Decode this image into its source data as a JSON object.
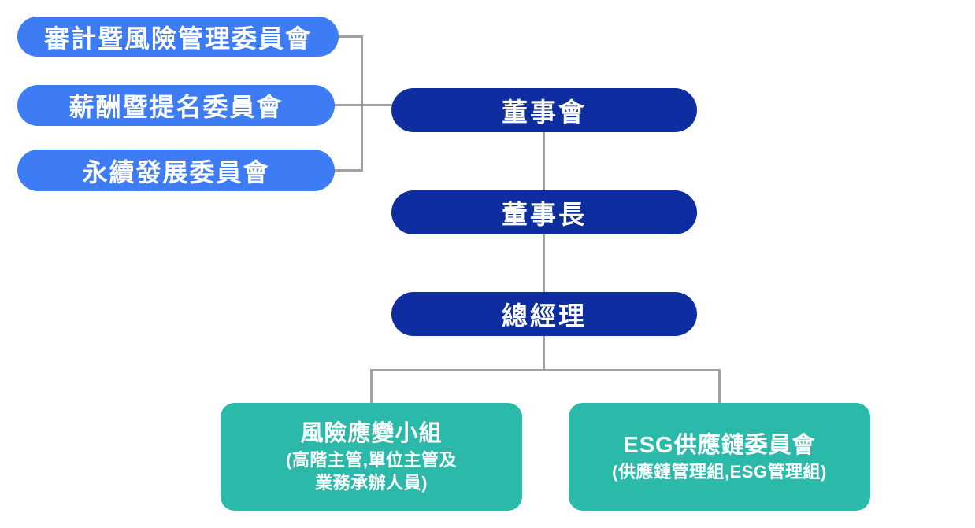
{
  "nodes": {
    "committees": [
      {
        "label": "審計暨風險管理委員會"
      },
      {
        "label": "薪酬暨提名委員會"
      },
      {
        "label": "永續發展委員會"
      }
    ],
    "executives": [
      {
        "label": "董事會"
      },
      {
        "label": "董事長"
      },
      {
        "label": "總經理"
      }
    ],
    "teams": [
      {
        "title": "風險應變小組",
        "lines": [
          "(高階主管,單位主管及",
          "業務承辦人員)"
        ]
      },
      {
        "title": "ESG供應鏈委員會",
        "lines": [
          "(供應鏈管理組,ESG管理組)"
        ]
      }
    ]
  },
  "colors": {
    "committee": "#3E7CF6",
    "executive": "#0D2DA0",
    "team": "#2BBAAA",
    "connector": "#A0A0A0",
    "text": "#FFFFFF"
  }
}
